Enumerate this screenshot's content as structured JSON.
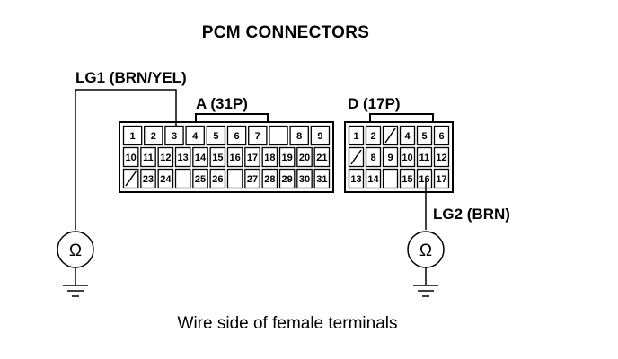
{
  "title": "PCM CONNECTORS",
  "caption": "Wire side of female terminals",
  "wires": {
    "lg1": "LG1 (BRN/YEL)",
    "lg2": "LG2 (BRN)"
  },
  "meter_symbol": "Ω",
  "connectors": {
    "a": {
      "label": "A (31P)",
      "rows": [
        [
          "1",
          "2",
          "3",
          "4",
          "5",
          "6",
          "7",
          "",
          "8",
          "9"
        ],
        [
          "10",
          "11",
          "12",
          "13",
          "14",
          "15",
          "16",
          "17",
          "18",
          "19",
          "20",
          "21"
        ],
        [
          "/",
          "23",
          "24",
          "",
          "25",
          "26",
          "",
          "27",
          "28",
          "29",
          "30",
          "31"
        ]
      ]
    },
    "d": {
      "label": "D (17P)",
      "rows": [
        [
          "1",
          "2",
          "/",
          "4",
          "5",
          "6"
        ],
        [
          "/",
          "8",
          "9",
          "10",
          "11",
          "12"
        ],
        [
          "13",
          "14",
          "",
          "15",
          "16",
          "17"
        ]
      ]
    }
  }
}
